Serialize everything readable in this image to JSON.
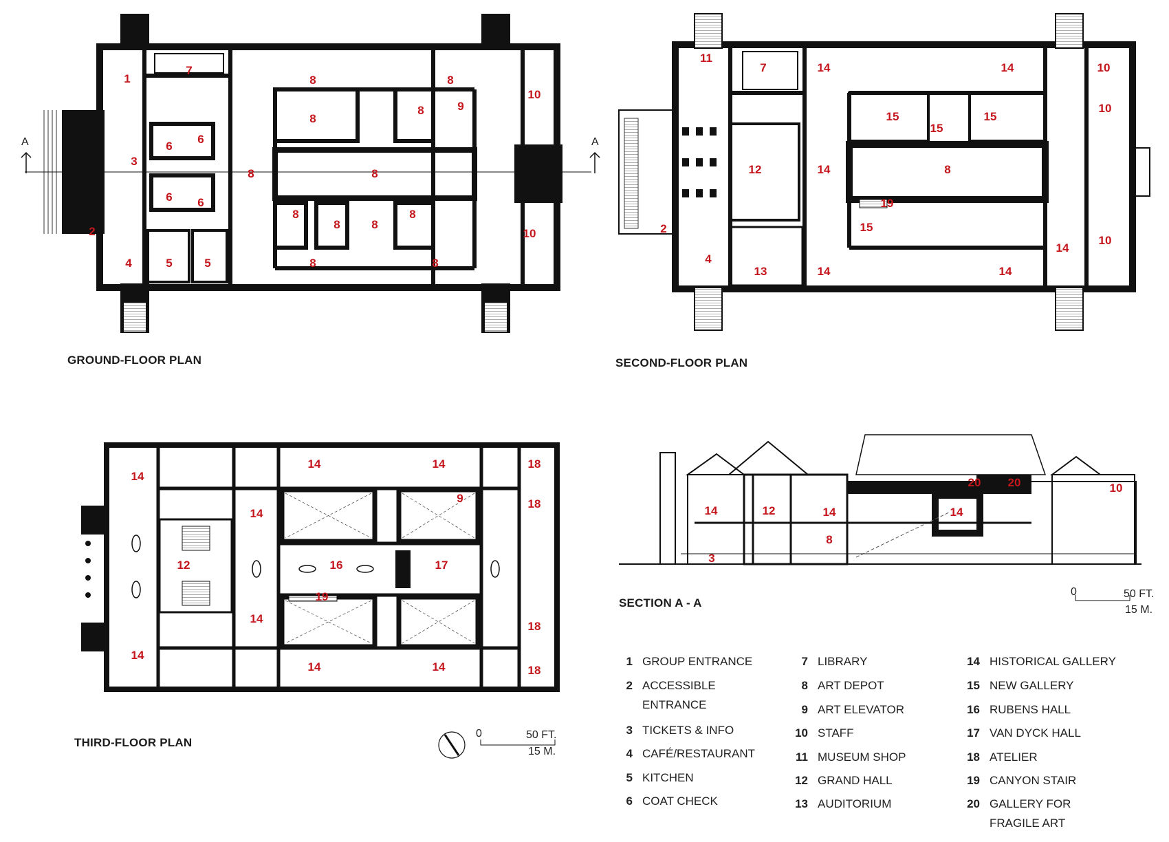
{
  "captions": {
    "ground": "GROUND-FLOOR PLAN",
    "second": "SECOND-FLOOR PLAN",
    "third": "THIRD-FLOOR PLAN",
    "section": "SECTION A - A"
  },
  "section_markers": {
    "left": "A",
    "right": "A"
  },
  "scale_bar": {
    "zero": "0",
    "ft": "50 FT.",
    "m": "15 M."
  },
  "colors": {
    "room_number": "#c4161c",
    "wall": "#111111"
  },
  "legend": [
    {
      "num": "1",
      "label": "GROUP ENTRANCE"
    },
    {
      "num": "2",
      "label": "ACCESSIBLE ENTRANCE"
    },
    {
      "num": "3",
      "label": "TICKETS & INFO"
    },
    {
      "num": "4",
      "label": "CAFÉ/RESTAURANT"
    },
    {
      "num": "5",
      "label": "KITCHEN"
    },
    {
      "num": "6",
      "label": "COAT CHECK"
    },
    {
      "num": "7",
      "label": "LIBRARY"
    },
    {
      "num": "8",
      "label": "ART DEPOT"
    },
    {
      "num": "9",
      "label": "ART ELEVATOR"
    },
    {
      "num": "10",
      "label": "STAFF"
    },
    {
      "num": "11",
      "label": "MUSEUM SHOP"
    },
    {
      "num": "12",
      "label": "GRAND HALL"
    },
    {
      "num": "13",
      "label": "AUDITORIUM"
    },
    {
      "num": "14",
      "label": "HISTORICAL GALLERY"
    },
    {
      "num": "15",
      "label": "NEW GALLERY"
    },
    {
      "num": "16",
      "label": "RUBENS HALL"
    },
    {
      "num": "17",
      "label": "VAN DYCK HALL"
    },
    {
      "num": "18",
      "label": "ATELIER"
    },
    {
      "num": "19",
      "label": "CANYON STAIR"
    },
    {
      "num": "20",
      "label": "GALLERY FOR FRAGILE ART"
    }
  ],
  "room_labels": {
    "ground": [
      "1",
      "7",
      "8",
      "8",
      "8",
      "9",
      "10",
      "8",
      "8",
      "6",
      "6",
      "3",
      "8",
      "8",
      "6",
      "6",
      "8",
      "8",
      "8",
      "8",
      "2",
      "10",
      "4",
      "5",
      "5",
      "8",
      "8"
    ],
    "second": [
      "11",
      "7",
      "14",
      "14",
      "10",
      "10",
      "15",
      "15",
      "15",
      "12",
      "14",
      "8",
      "19",
      "2",
      "15",
      "14",
      "10",
      "4",
      "13",
      "14",
      "14"
    ],
    "third": [
      "14",
      "14",
      "14",
      "18",
      "18",
      "14",
      "9",
      "12",
      "16",
      "17",
      "19",
      "14",
      "18",
      "14",
      "14",
      "14",
      "18"
    ],
    "section": [
      "20",
      "20",
      "10",
      "14",
      "12",
      "14",
      "14",
      "8",
      "3"
    ]
  }
}
